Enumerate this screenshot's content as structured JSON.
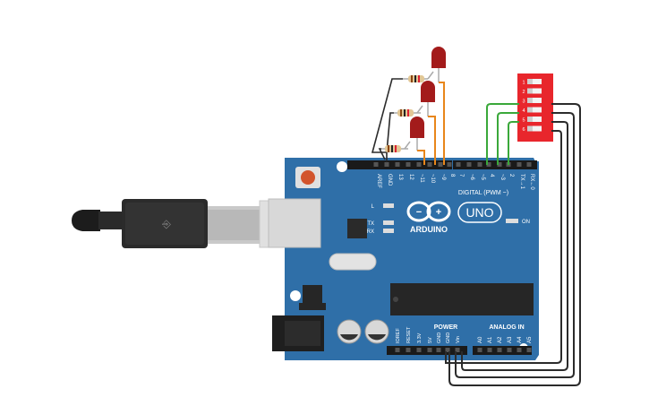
{
  "board": {
    "brand": "ARDUINO",
    "model": "UNO",
    "digital_label": "DIGITAL (PWM ~)",
    "power_label": "POWER",
    "analog_label": "ANALOG IN",
    "on_label": "ON",
    "led_labels": [
      "L",
      "TX",
      "RX"
    ],
    "digital_pins": [
      "AREF",
      "GND",
      "13",
      "12",
      "~11",
      "~10",
      "~9",
      "8",
      "7",
      "~6",
      "~5",
      "4",
      "~3",
      "2",
      "TX→1",
      "RX←0"
    ],
    "power_pins": [
      "IOREF",
      "RESET",
      "3.3V",
      "5V",
      "GND",
      "GND",
      "Vin"
    ],
    "analog_pins": [
      "A0",
      "A1",
      "A2",
      "A3",
      "A4",
      "A5"
    ]
  },
  "dip_switch": {
    "numbers": [
      "1",
      "2",
      "3",
      "4",
      "5",
      "6"
    ]
  },
  "colors": {
    "board": "#2f6fa8",
    "board_edge": "#285f92",
    "led": "#a31b1b",
    "dip": "#e8262c",
    "wire_orange": "#e8861a",
    "wire_green": "#3aa83a",
    "wire_black": "#2b2b2b"
  }
}
